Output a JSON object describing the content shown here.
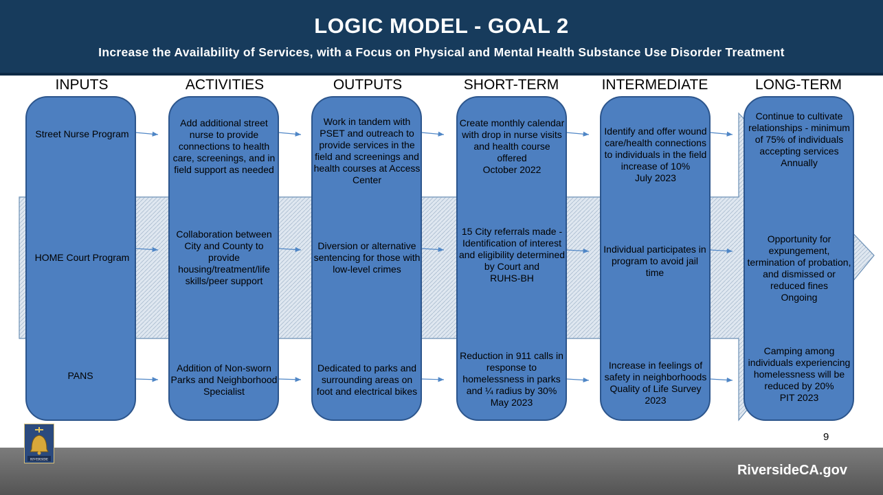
{
  "header": {
    "title": "LOGIC MODEL - GOAL 2",
    "subtitle": "Increase the Availability of Services, with a Focus on Physical and Mental Health Substance Use Disorder Treatment"
  },
  "columns": [
    "INPUTS",
    "ACTIVITIES",
    "OUTPUTS",
    "SHORT-TERM",
    "INTERMEDIATE",
    "LONG-TERM"
  ],
  "rows": [
    {
      "input": "Street Nurse Program",
      "activity": "Add additional street nurse to provide connections to health care, screenings, and in field support as needed",
      "output": "Work in tandem with PSET and outreach to provide services in the field and screenings and health courses at Access Center",
      "short_term": "Create monthly calendar with drop in nurse visits and health course offered\nOctober 2022",
      "intermediate": "Identify and offer wound care/health connections to individuals in the field increase of 10%\nJuly 2023",
      "long_term": "Continue to cultivate relationships - minimum of 75% of individuals accepting services\nAnnually"
    },
    {
      "input": "HOME Court Program",
      "activity": "Collaboration between City and County to provide housing/treatment/life skills/peer support",
      "output": "Diversion or alternative sentencing for those with low-level crimes",
      "short_term": "15 City referrals made -Identification of interest and eligibility determined by Court and\nRUHS-BH",
      "intermediate": "Individual participates in program to avoid jail time",
      "long_term": "Opportunity for expungement, termination of probation, and dismissed or reduced fines\nOngoing"
    },
    {
      "input": "PANS",
      "activity": "Addition of Non-sworn Parks and Neighborhood Specialist",
      "output": "Dedicated to parks and surrounding areas on foot and electrical bikes",
      "short_term": "Reduction in 911 calls in response to homelessness in parks and ¼ radius by 30%\nMay 2023",
      "intermediate": "Increase in feelings of safety in neighborhoods Quality of Life Survey\n2023",
      "long_term": "Camping among individuals experiencing homelessness will be reduced by 20%\nPIT 2023"
    }
  ],
  "page_number": "9",
  "footer": {
    "url": "RiversideCA.gov",
    "logo_text": "CITY OF RIVERSIDE"
  },
  "colors": {
    "title_bar": "#173b5c",
    "box_fill": "#4d7fc0",
    "box_border": "#2c558c",
    "band_fill": "#d3dde8",
    "connector": "#4f86c6",
    "footer": "#6a6a6a"
  }
}
